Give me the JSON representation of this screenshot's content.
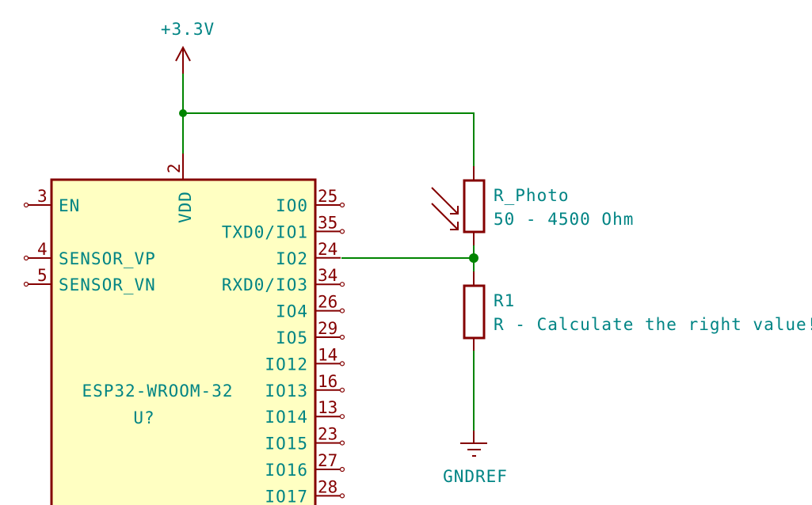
{
  "colors": {
    "wire": "#008400",
    "symbol": "#840000",
    "text": "#008484",
    "body_fill": "#ffffc2",
    "background": "#ffffff"
  },
  "power": {
    "label": "+3.3V",
    "icon": "power-arrow-icon"
  },
  "ground": {
    "label": "GNDREF",
    "icon": "ground-icon"
  },
  "ic": {
    "value": "ESP32-WROOM-32",
    "reference": "U?",
    "top_pin": {
      "name": "VDD",
      "number": "2"
    },
    "left_pins": [
      {
        "name": "EN",
        "number": "3"
      },
      {
        "name": "SENSOR_VP",
        "number": "4"
      },
      {
        "name": "SENSOR_VN",
        "number": "5"
      }
    ],
    "right_pins": [
      {
        "name": "IO0",
        "number": "25"
      },
      {
        "name": "TXD0/IO1",
        "number": "35"
      },
      {
        "name": "IO2",
        "number": "24"
      },
      {
        "name": "RXD0/IO3",
        "number": "34"
      },
      {
        "name": "IO4",
        "number": "26"
      },
      {
        "name": "IO5",
        "number": "29"
      },
      {
        "name": "IO12",
        "number": "14"
      },
      {
        "name": "IO13",
        "number": "16"
      },
      {
        "name": "IO14",
        "number": "13"
      },
      {
        "name": "IO15",
        "number": "23"
      },
      {
        "name": "IO16",
        "number": "27"
      },
      {
        "name": "IO17",
        "number": "28"
      }
    ]
  },
  "r_photo": {
    "reference": "R_Photo",
    "value": "50 - 4500 Ohm",
    "icon": "light-arrows-icon"
  },
  "r1": {
    "reference": "R1",
    "value": "R - Calculate the right value!"
  }
}
